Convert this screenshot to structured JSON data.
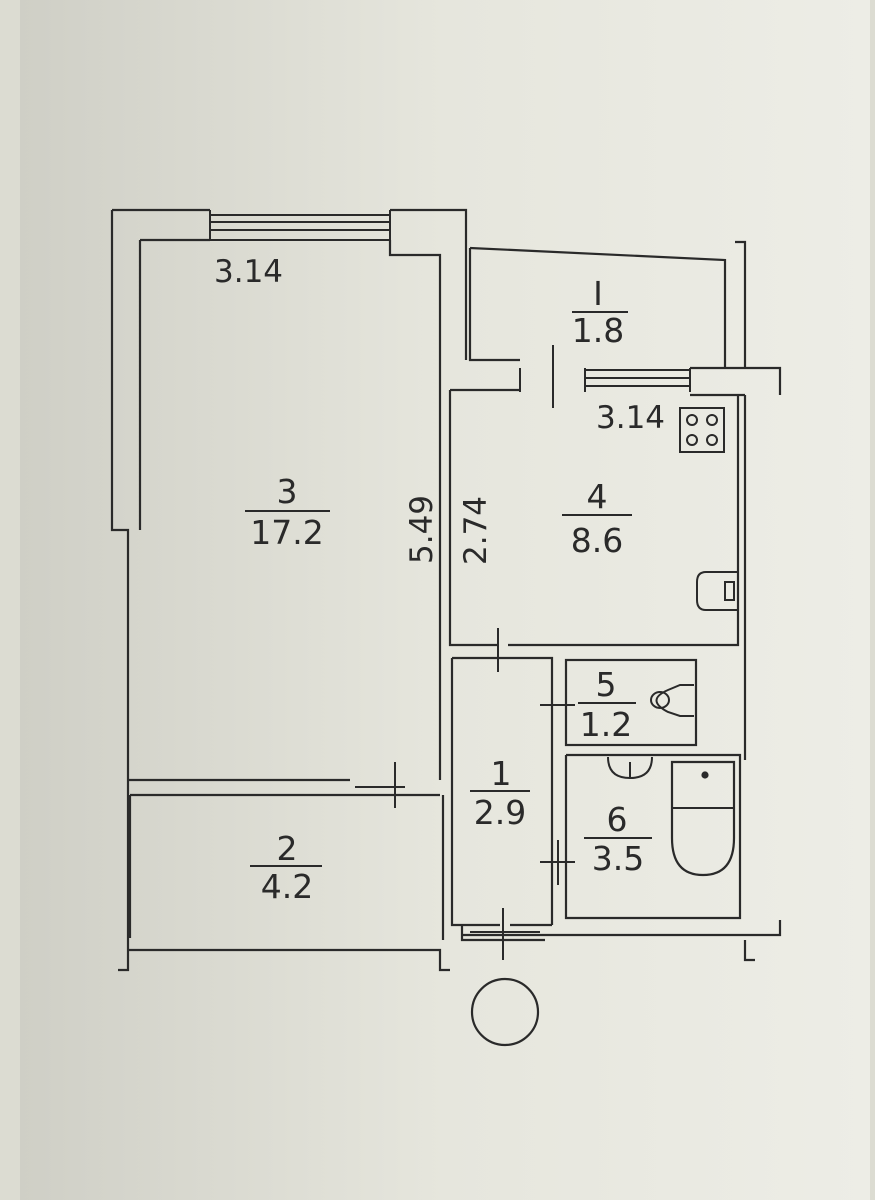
{
  "colors": {
    "paper": "#e3e3da",
    "line": "#2a2a2a",
    "ink": "#2a2a2a"
  },
  "rooms": [
    {
      "id": "room-3",
      "number": "3",
      "area": "17.2"
    },
    {
      "id": "room-2",
      "number": "2",
      "area": "4.2"
    },
    {
      "id": "balcony",
      "number": "I",
      "area": "1.8"
    },
    {
      "id": "room-4",
      "number": "4",
      "area": "8.6"
    },
    {
      "id": "room-5",
      "number": "5",
      "area": "1.2"
    },
    {
      "id": "room-1",
      "number": "1",
      "area": "2.9"
    },
    {
      "id": "room-6",
      "number": "6",
      "area": "3.5"
    }
  ],
  "dimensions": {
    "room3_ceiling": "3.14",
    "room3_length": "5.49",
    "kitchen_ceiling": "3.14",
    "kitchen_width": "2.74"
  },
  "icons": [
    "stove-icon",
    "sink-icon",
    "washbasin-icon",
    "bathtub-icon",
    "toilet-icon",
    "riser-icon",
    "compass-circle-icon"
  ]
}
